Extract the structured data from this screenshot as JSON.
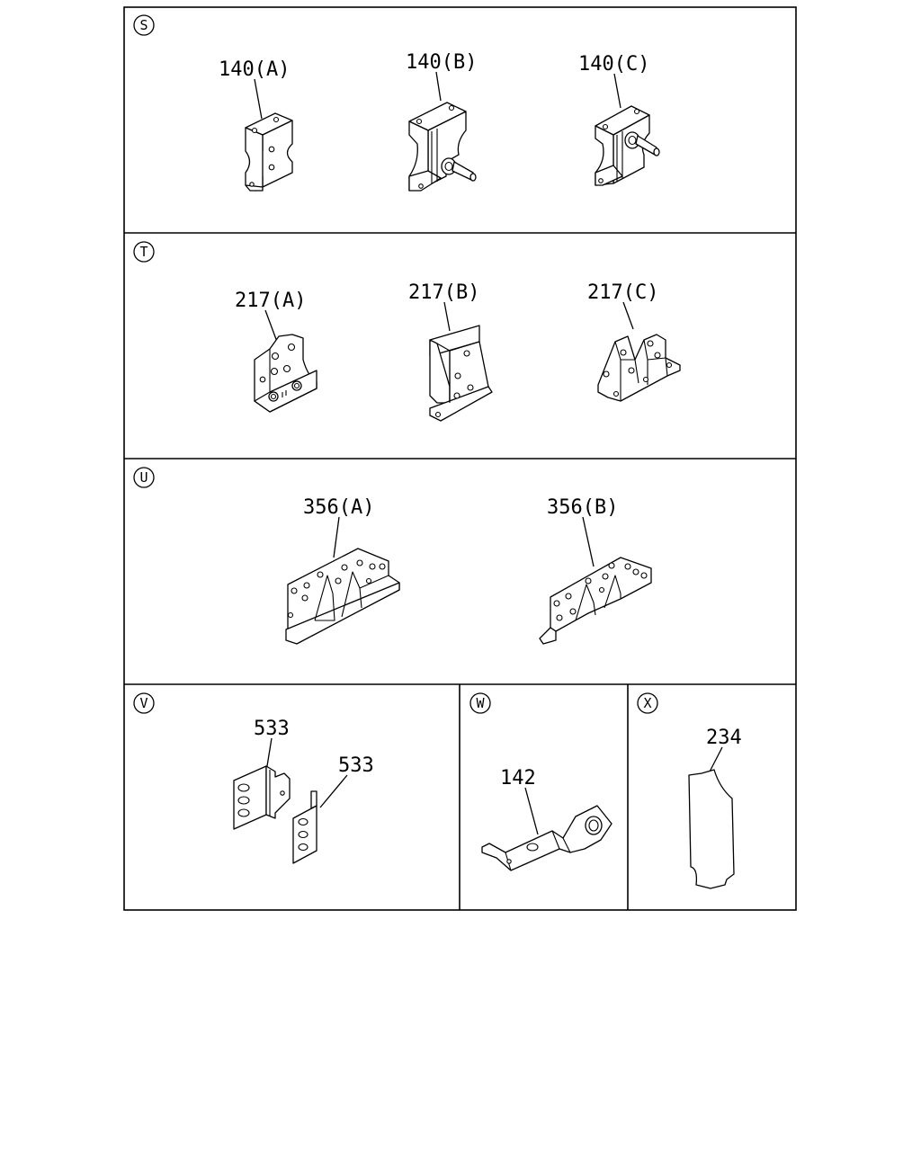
{
  "sections": [
    {
      "letter": "S",
      "labels": [
        "140(A)",
        "140(B)",
        "140(C)"
      ]
    },
    {
      "letter": "T",
      "labels": [
        "217(A)",
        "217(B)",
        "217(C)"
      ]
    },
    {
      "letter": "U",
      "labels": [
        "356(A)",
        "356(B)"
      ]
    },
    {
      "letter": "V",
      "labels": [
        "533",
        "533"
      ]
    },
    {
      "letter": "W",
      "labels": [
        "142"
      ]
    },
    {
      "letter": "X",
      "labels": [
        "234"
      ]
    }
  ],
  "icons": {
    "bracket_140a": "bracket-140a-icon",
    "bracket_140b": "bracket-140b-icon",
    "bracket_140c": "bracket-140c-icon",
    "bracket_217a": "bracket-217a-icon",
    "bracket_217b": "bracket-217b-icon",
    "bracket_217c": "bracket-217c-icon",
    "bracket_356a": "bracket-356a-icon",
    "bracket_356b": "bracket-356b-icon",
    "plate_533": "plate-533-icon",
    "bracket_142": "bracket-142-icon",
    "plate_234": "plate-234-icon"
  }
}
